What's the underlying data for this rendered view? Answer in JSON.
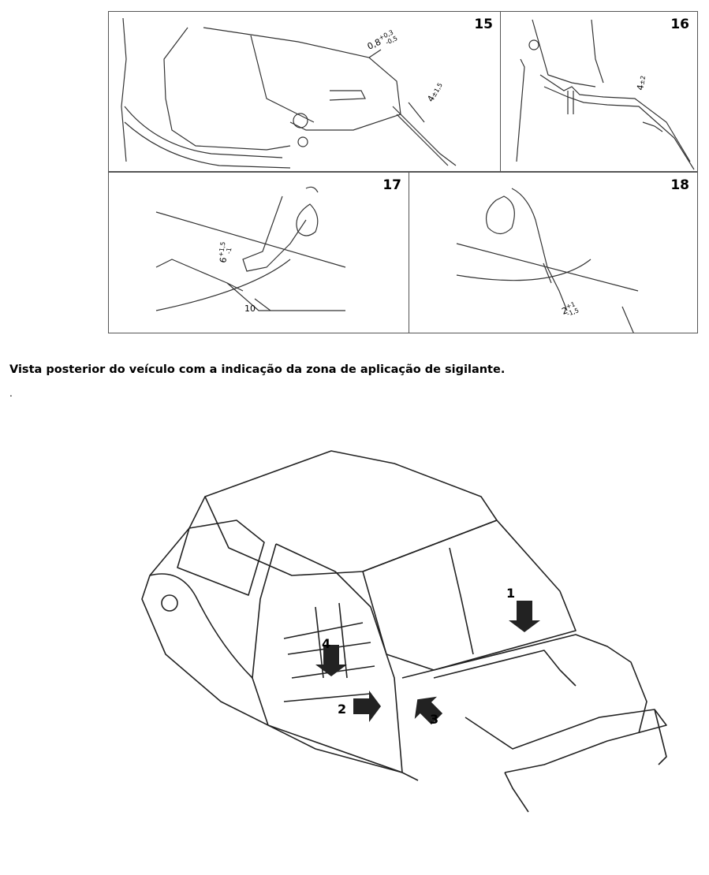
{
  "panels": [
    {
      "number": "15",
      "dims": [
        "0,8",
        "+0,3",
        "-0,5",
        "4",
        "±1,5"
      ]
    },
    {
      "number": "16",
      "dims": [
        "4",
        "±2"
      ]
    },
    {
      "number": "17",
      "dims": [
        "6",
        "+1,5",
        "-1",
        "10"
      ]
    },
    {
      "number": "18",
      "dims": [
        "2",
        "+1",
        "-1,5"
      ]
    }
  ],
  "caption": "Vista posterior do veículo com a indicação da zona de aplicação de sigilante.",
  "dot": ".",
  "callouts": [
    "1",
    "2",
    "3",
    "4"
  ]
}
